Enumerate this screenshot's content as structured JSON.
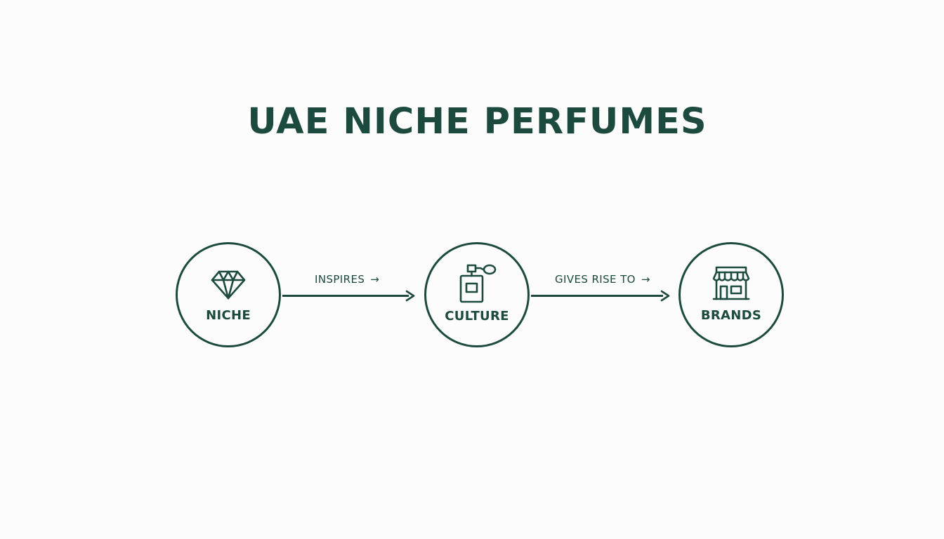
{
  "title": "UAE NICHE PERFUMES",
  "colors": {
    "primary": "#1c4a3f",
    "background": "#fbfcfb"
  },
  "nodes": [
    {
      "label": "NICHE",
      "icon": "diamond-icon"
    },
    {
      "label": "CULTURE",
      "icon": "perfume-bottle-icon"
    },
    {
      "label": "BRANDS",
      "icon": "storefront-icon"
    }
  ],
  "edges": [
    {
      "from": "NICHE",
      "to": "CULTURE",
      "label": "INSPIRES",
      "label_glyph": "→"
    },
    {
      "from": "CULTURE",
      "to": "BRANDS",
      "label": "GIVES RISE TO",
      "label_glyph": "→"
    }
  ]
}
